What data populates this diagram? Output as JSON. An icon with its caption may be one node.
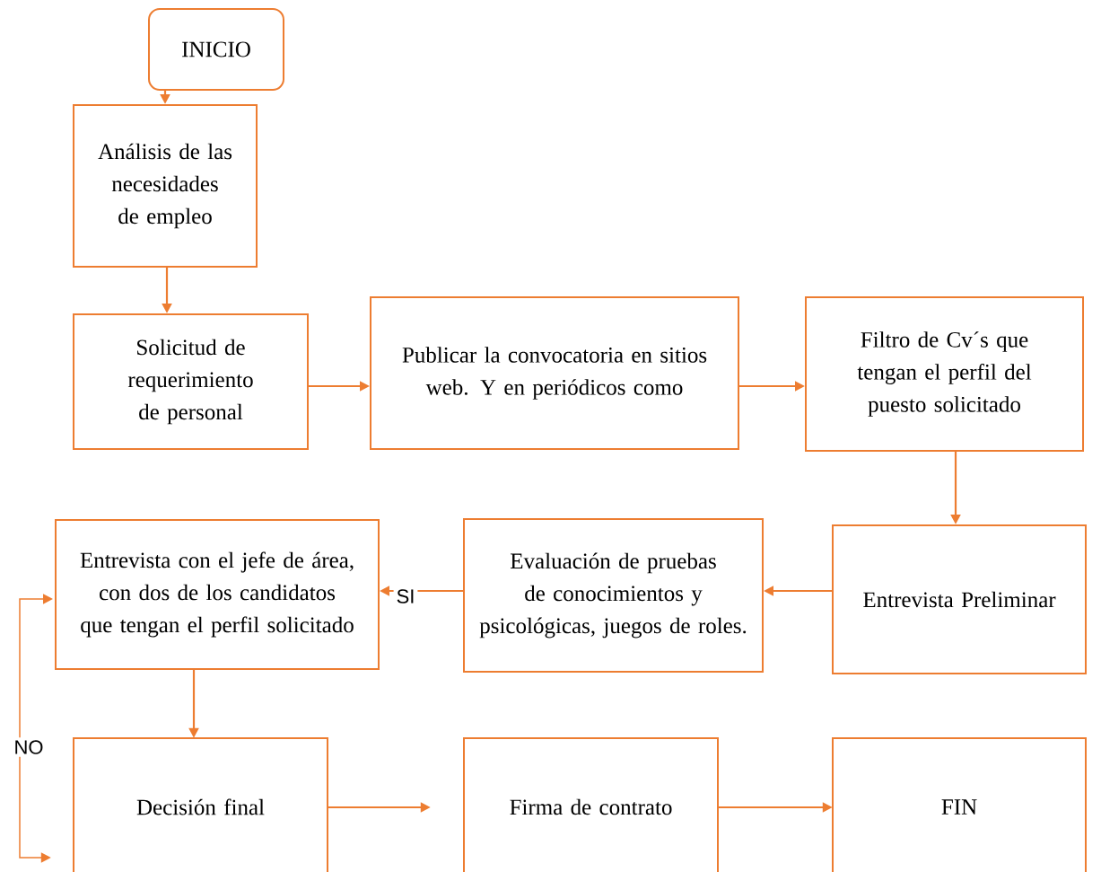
{
  "diagram": {
    "nodes": [
      {
        "text": [
          "INICIO"
        ]
      },
      {
        "text": [
          "Análisis de las necesidades de empleo"
        ]
      },
      {
        "text": [
          "Solicitud de requerimiento de personal"
        ]
      },
      {
        "text": [
          "Publicar la convocatoria en sitios web. Y en periódicos como"
        ]
      },
      {
        "text": [
          "Filtro de Cv´s que tengan el perfil del puesto solicitado"
        ]
      },
      {
        "text": [
          "Entrevista con el jefe de área, con dos de los candidatos que tengan el perfil solicitado"
        ]
      },
      {
        "text": [
          "Evaluación de pruebas de conocimientos y psicológicas, juegos de roles."
        ]
      },
      {
        "text": [
          "Entrevista Preliminar"
        ]
      },
      {
        "text": [
          "Decisión final"
        ]
      },
      {
        "text": [
          "Firma de contrato"
        ]
      },
      {
        "text": [
          "FIN"
        ]
      }
    ],
    "edges": [
      {
        "from": 0,
        "to": 1,
        "arrow": "to"
      },
      {
        "from": 1,
        "to": 2,
        "arrow": "to"
      },
      {
        "from": 2,
        "to": 3,
        "arrow": "to"
      },
      {
        "from": 3,
        "to": 4,
        "arrow": "to"
      },
      {
        "from": 4,
        "to": 7,
        "arrow": "to"
      },
      {
        "from": 7,
        "to": 6,
        "arrow": "to"
      },
      {
        "from": 6,
        "to": 5,
        "arrow": "to",
        "label": "SI"
      },
      {
        "from": 5,
        "to": 8,
        "arrow": "to"
      },
      {
        "from": 8,
        "to": 9,
        "arrow": "to"
      },
      {
        "from": 9,
        "to": 10,
        "arrow": "to"
      },
      {
        "from": 8,
        "to": 5,
        "arrow": "both",
        "label": "NO"
      }
    ]
  }
}
